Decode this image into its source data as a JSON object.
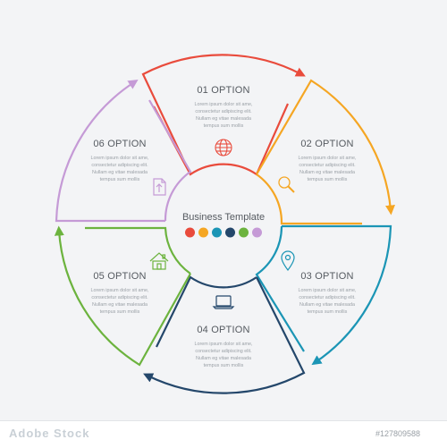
{
  "center": {
    "title": "Business Template",
    "dot_colors": [
      "#e94b3c",
      "#f5a623",
      "#1b95b5",
      "#24476b",
      "#6cb33e",
      "#c59ad6"
    ]
  },
  "options": [
    {
      "title": "01 OPTION",
      "color": "#e94b3c",
      "icon": "globe-icon",
      "lines": [
        "Lorem ipsum dolor sit ame,",
        "consectetur adipiscing elit.",
        "Nullam eg vitae malesada",
        "tempus sum mollis"
      ]
    },
    {
      "title": "02 OPTION",
      "color": "#f5a623",
      "icon": "magnifier-icon",
      "lines": [
        "Lorem ipsum dolor sit ame,",
        "consectetur adipiscing elit.",
        "Nullam eg vitae malesada",
        "tempus sum mollis"
      ]
    },
    {
      "title": "03 OPTION",
      "color": "#1b95b5",
      "icon": "map-pin-icon",
      "lines": [
        "Lorem ipsum dolor sit ame,",
        "consectetur adipiscing elit.",
        "Nullam eg vitae malesada",
        "tempus sum mollis"
      ]
    },
    {
      "title": "04 OPTION",
      "color": "#24476b",
      "icon": "laptop-icon",
      "lines": [
        "Lorem ipsum dolor sit ame,",
        "consectetur adipiscing elit.",
        "Nullam eg vitae malesada",
        "tempus sum mollis"
      ]
    },
    {
      "title": "05 OPTION",
      "color": "#6cb33e",
      "icon": "house-icon",
      "lines": [
        "Lorem ipsum dolor sit ame,",
        "consectetur adipiscing elit.",
        "Nullam eg vitae malesada",
        "tempus sum mollis"
      ]
    },
    {
      "title": "06 OPTION",
      "color": "#c59ad6",
      "icon": "document-icon",
      "lines": [
        "Lorem ipsum dolor sit ame,",
        "consectetur adipiscing elit.",
        "Nullam eg vitae malesada",
        "tempus sum mollis"
      ]
    }
  ],
  "watermark": {
    "logo": "Adobe Stock",
    "id": "#127809588"
  }
}
